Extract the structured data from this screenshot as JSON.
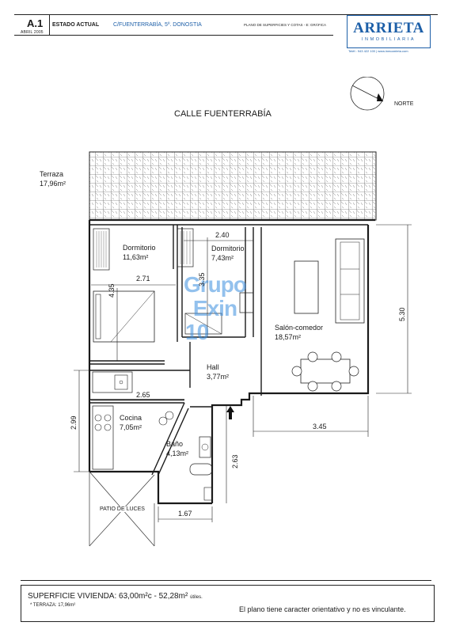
{
  "header": {
    "sheet_id": "A.1",
    "date": "ABRIL 2005",
    "state_label": "ESTADO ACTUAL",
    "address": "C/FUENTERRABÍA, 5º. DONOSTIA",
    "plan_type": "PLANO DE SUPERFICIES Y COTAS - E: GRÁFICA",
    "logo_name": "ARRIETA",
    "logo_sub": "INMOBILIARIA",
    "contact": "Teléf.: 943 422 100  |  www.inmoarrieta.com",
    "brand_color": "#1d5fa8"
  },
  "compass": {
    "label": "NORTE",
    "icon": "north-arrow-icon"
  },
  "plan": {
    "street": "CALLE FUENTERRABÍA",
    "rooms": {
      "terraza": {
        "name": "Terraza",
        "area": "17,96m²"
      },
      "dormitorio1": {
        "name": "Dormitorio",
        "area": "11,63m²"
      },
      "dormitorio2": {
        "name": "Dormitorio",
        "area": "7,43m²"
      },
      "salon": {
        "name": "Salón-comedor",
        "area": "18,57m²"
      },
      "hall": {
        "name": "Hall",
        "area": "3,77m²"
      },
      "cocina": {
        "name": "Cocina",
        "area": "7,05m²"
      },
      "bano": {
        "name": "Baño",
        "area": "4,13m²"
      }
    },
    "dimensions": {
      "d240": "2.40",
      "d271": "2.71",
      "d435": "4.35",
      "d335": "3.35",
      "d530": "5.30",
      "d265": "2.65",
      "d299": "2.99",
      "d345": "3.45",
      "d263": "2.63",
      "d167": "1.67"
    },
    "patio": "PATIO DE LUCES",
    "watermark": [
      "Grupo",
      "Exin",
      "10"
    ],
    "accent_color": "#3b8fe0"
  },
  "footer": {
    "surface_label": "SUPERFICIE VIVIENDA: 63,00m²c - 52,28m²",
    "surface_suffix": "útiles.",
    "terrace_note": "* TERRAZA: 17,96m²",
    "disclaimer": "El plano tiene caracter orientativo y no es vinculante."
  }
}
